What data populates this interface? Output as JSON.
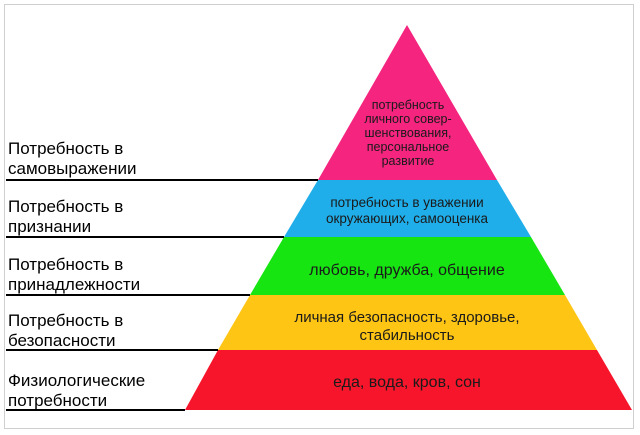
{
  "pyramid": {
    "levels": [
      {
        "label": "Потребность в\nсамовыражении",
        "description": "потребность\nличного совер-\nшенствования,\nперсональное\nразвитие",
        "color": "#f4247f"
      },
      {
        "label": "Потребность в\nпризнании",
        "description": "потребность в уважении\nокружающих, самооценка",
        "color": "#1faeea"
      },
      {
        "label": "Потребность в\nпринадлежности",
        "description": "любовь, дружба, общение",
        "color": "#16e512"
      },
      {
        "label": "Потребность в\nбезопасности",
        "description": "личная безопасность, здоровье,\nстабильность",
        "color": "#fec515"
      },
      {
        "label": "Физиологические\nпотребности",
        "description": "еда, вода, кров, сон",
        "color": "#f7152b"
      }
    ]
  }
}
